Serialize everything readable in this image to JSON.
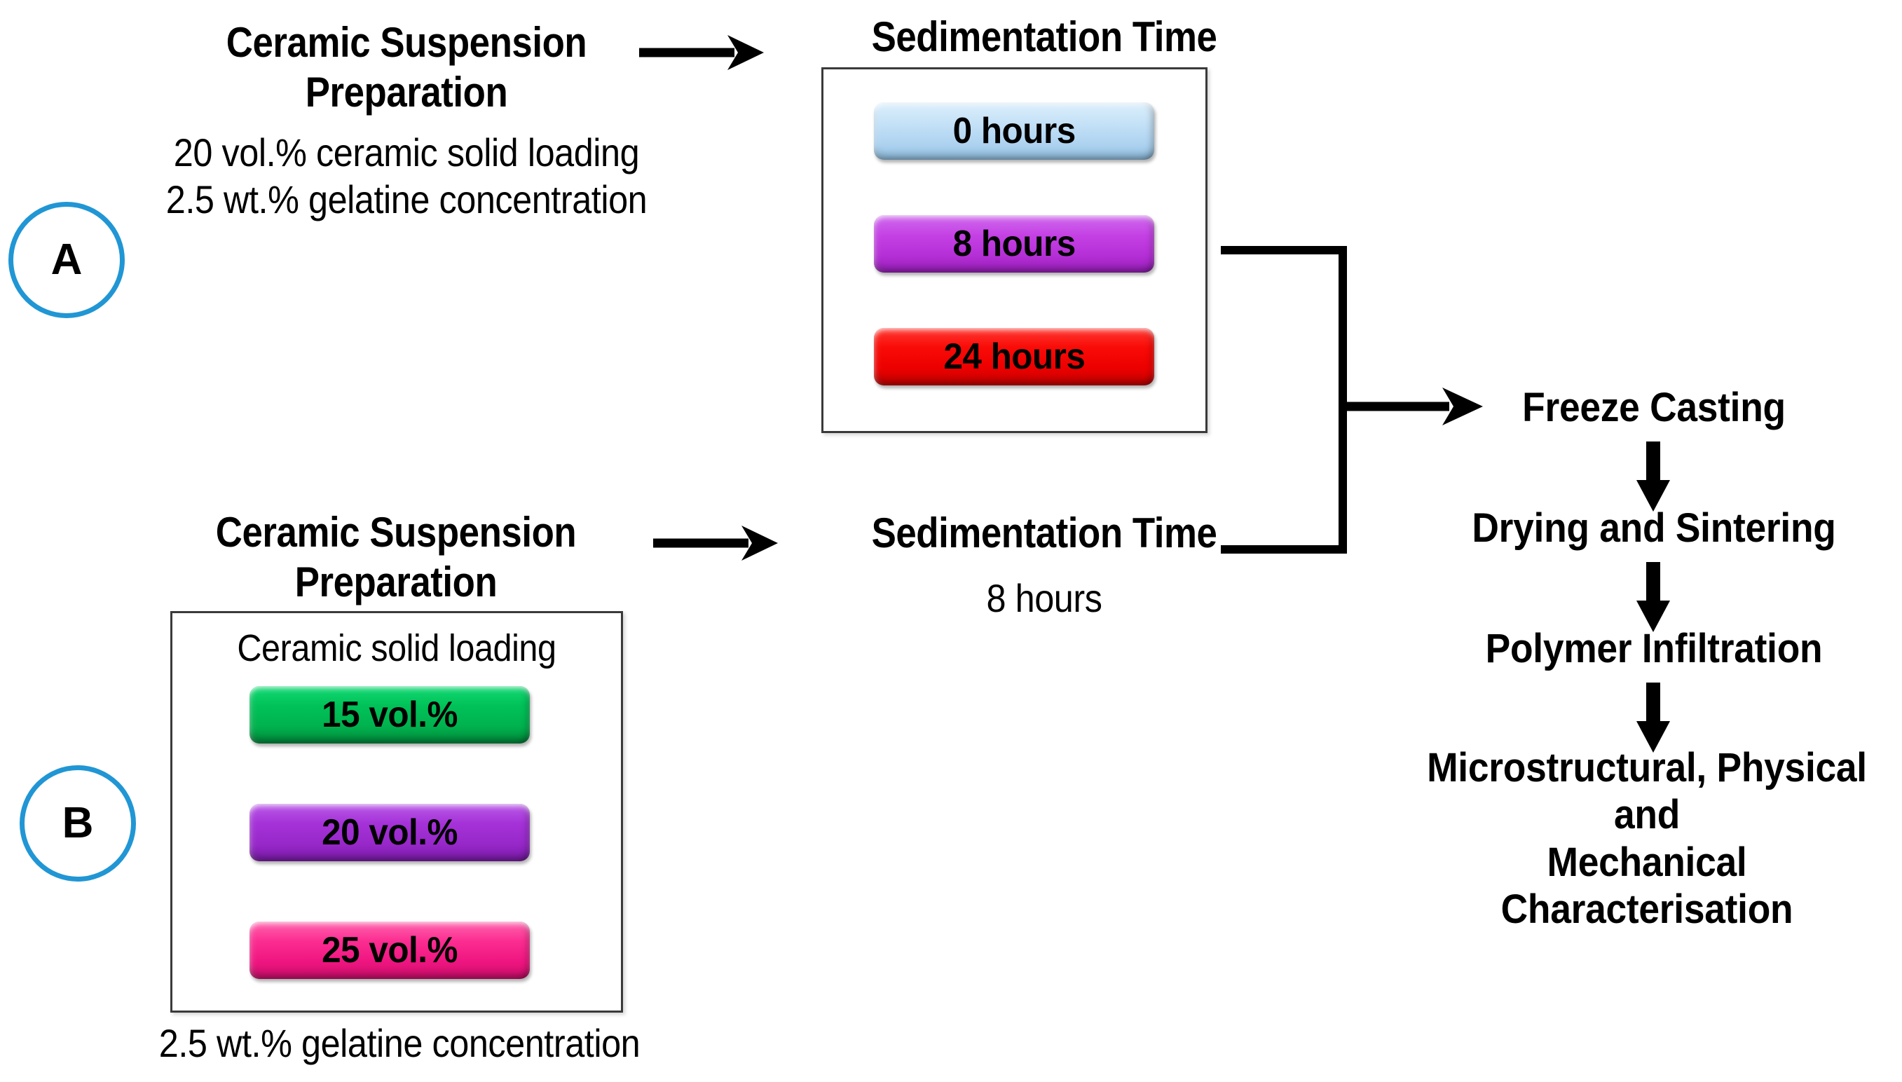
{
  "theme": {
    "accent_blue": "#2196D4",
    "box_border": "#3a3a3a",
    "line_black": "#000000",
    "background": "#ffffff"
  },
  "sections": {
    "a": {
      "badge": "A",
      "prep_title": "Ceramic Suspension\nPreparation",
      "prep_details": "20 vol.% ceramic solid loading\n2.5 wt.% gelatine concentration",
      "sedimentation_title": "Sedimentation Time",
      "options": [
        {
          "label": "0 hours",
          "color": "#BBDDF5",
          "color_dark": "#8FC4E8",
          "text_color": "#000000"
        },
        {
          "label": "8 hours",
          "color": "#C440E4",
          "color_dark": "#9C1FBC",
          "text_color": "#000000"
        },
        {
          "label": "24 hours",
          "color": "#F60000",
          "color_dark": "#C30000",
          "text_color": "#000000"
        }
      ]
    },
    "b": {
      "badge": "B",
      "prep_title": "Ceramic Suspension\nPreparation",
      "loading_title": "Ceramic solid loading",
      "options": [
        {
          "label": "15 vol.%",
          "color": "#00B24E",
          "color_dark": "#00803A",
          "text_color": "#000000"
        },
        {
          "label": "20 vol.%",
          "color": "#A532D8",
          "color_dark": "#7B1CA8",
          "text_color": "#000000"
        },
        {
          "label": "25 vol.%",
          "color": "#FB2D91",
          "color_dark": "#CC0E6B",
          "text_color": "#000000"
        }
      ],
      "footer_note": "2.5 wt.% gelatine concentration",
      "sedimentation_title": "Sedimentation Time",
      "sedimentation_value": "8 hours"
    }
  },
  "process_chain": {
    "steps": [
      "Freeze Casting",
      "Drying and Sintering",
      "Polymer Infiltration",
      "Microstructural, Physical and\nMechanical Characterisation"
    ]
  },
  "chart_data": {
    "type": "diagram",
    "title": "Freeze casting experimental design flowchart",
    "branches": [
      {
        "id": "A",
        "fixed_parameters": [
          "20 vol.% ceramic solid loading",
          "2.5 wt.% gelatine concentration"
        ],
        "variable": "Sedimentation Time",
        "levels": [
          "0 hours",
          "8 hours",
          "24 hours"
        ]
      },
      {
        "id": "B",
        "fixed_parameters": [
          "2.5 wt.% gelatine concentration",
          "Sedimentation Time 8 hours"
        ],
        "variable": "Ceramic solid loading",
        "levels": [
          "15 vol.%",
          "20 vol.%",
          "25 vol.%"
        ]
      }
    ],
    "common_process": [
      "Freeze Casting",
      "Drying and Sintering",
      "Polymer Infiltration",
      "Microstructural, Physical and Mechanical Characterisation"
    ]
  }
}
